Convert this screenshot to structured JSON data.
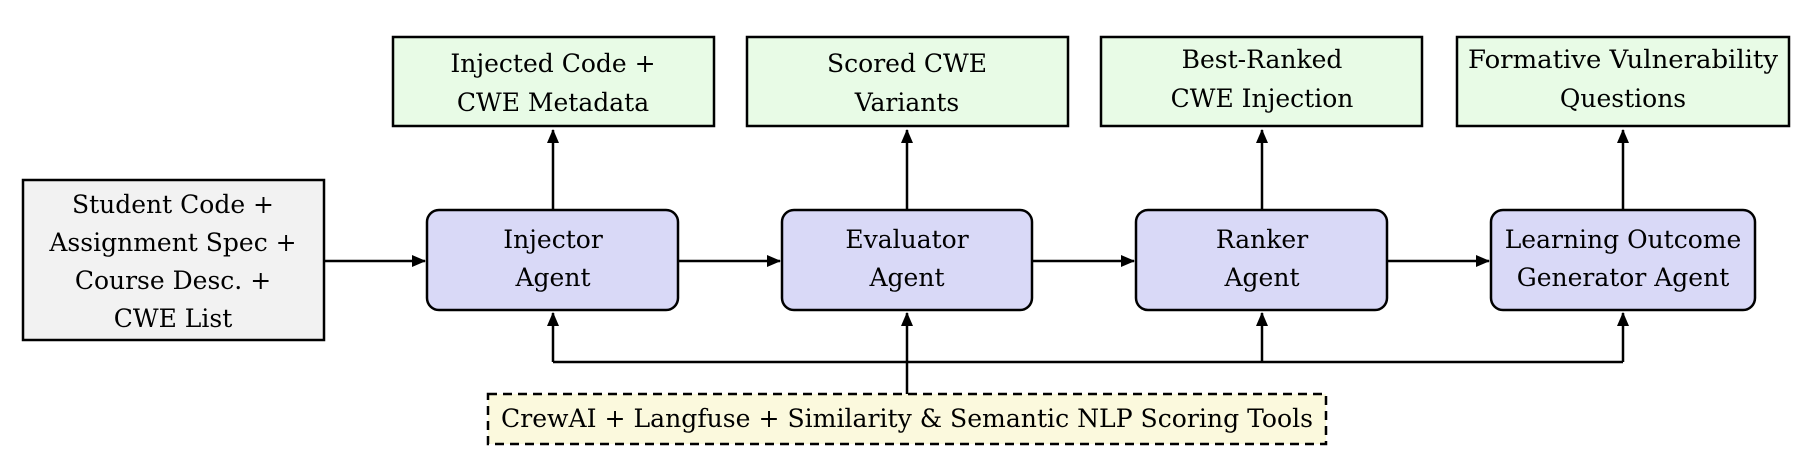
{
  "diagram": {
    "input": {
      "lines": [
        "Student Code +",
        "Assignment Spec +",
        "Course Desc. +",
        "CWE List"
      ]
    },
    "agents": [
      {
        "lines": [
          "Injector",
          "Agent"
        ]
      },
      {
        "lines": [
          "Evaluator",
          "Agent"
        ]
      },
      {
        "lines": [
          "Ranker",
          "Agent"
        ]
      },
      {
        "lines": [
          "Learning Outcome",
          "Generator Agent"
        ]
      }
    ],
    "outputs": [
      {
        "lines": [
          "Injected Code +",
          "CWE Metadata"
        ]
      },
      {
        "lines": [
          "Scored CWE",
          "Variants"
        ]
      },
      {
        "lines": [
          "Best-Ranked",
          "CWE Injection"
        ]
      },
      {
        "lines": [
          "Formative Vulnerability",
          "Questions"
        ]
      }
    ],
    "tools": {
      "lines": [
        "CrewAI + Langfuse + Similarity & Semantic NLP Scoring Tools"
      ]
    }
  },
  "colors": {
    "input_fill": "#f2f2f2",
    "agent_fill": "#d9d9f7",
    "output_fill": "#e8fbe6",
    "tools_fill": "#fbf9dd",
    "stroke": "#000000"
  }
}
